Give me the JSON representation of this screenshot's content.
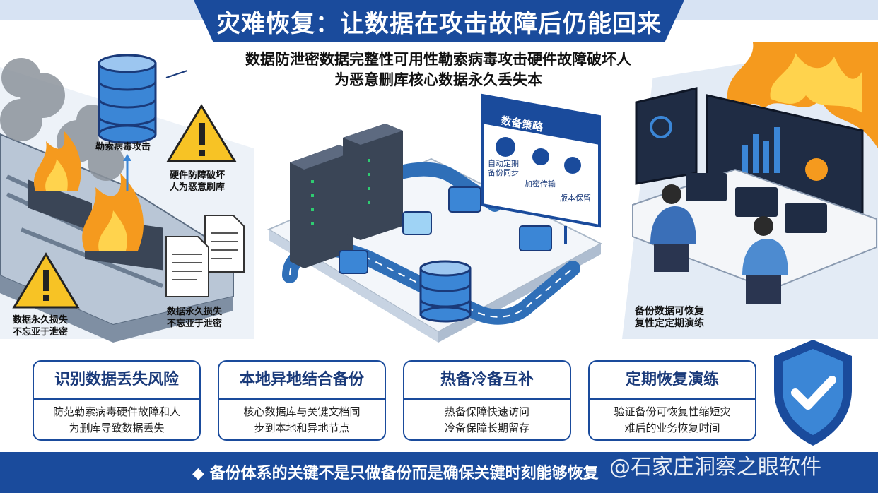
{
  "title": "灾难恢复：让数据在攻击故障后仍能回来",
  "subtitle_lines": [
    "数据防泄密数据完整性可用性勒索病毒攻击硬件故障破坏人",
    "为恶意删库核心数据永久丢失本"
  ],
  "left_scene": {
    "attack_label": "勒索病毒攻击",
    "warning_label_lines": [
      "硬件防障破坏",
      "人为恶意刷库"
    ],
    "bottom_left_lines": [
      "数据永久损失",
      "不忘亚于泄密"
    ],
    "doc_label_lines": [
      "数据永久损失",
      "不忘亚于泄密"
    ]
  },
  "center_scene": {
    "board_title": "数备策略",
    "board_items": [
      "自动定期备份同步",
      "加密传输",
      "版本保留"
    ]
  },
  "right_scene": {
    "label_lines": [
      "备份数据可恢复",
      "复性定定期演练"
    ]
  },
  "cards": [
    {
      "title": "识别数据丢失风险",
      "body_lines": [
        "防范勒索病毒硬件故障和人",
        "为删库导致数据丢失"
      ]
    },
    {
      "title": "本地异地结合备份",
      "body_lines": [
        "核心数据库与关键文档同",
        "步到本地和异地节点"
      ]
    },
    {
      "title": "热备冷备互补",
      "body_lines": [
        "热备保障快速访问",
        "冷备保障长期留存"
      ]
    },
    {
      "title": "定期恢复演练",
      "body_lines": [
        "验证备份可恢复性缩短灾",
        "难后的业务恢复时间"
      ]
    }
  ],
  "footer": {
    "bullet": "◆",
    "text": "备份体系的关键不是只做备份而是确保关键时刻能够恢复"
  },
  "watermark": "@石家庄洞察之眼软件",
  "colors": {
    "brand_blue": "#1a4b9c",
    "light_blue": "#3b86d6",
    "fire": "#f59a1e",
    "warning": "#f7c325"
  },
  "icons": [
    "database-icon",
    "warning-icon",
    "fire-icon",
    "document-icon",
    "server-icon",
    "shield-check-icon"
  ]
}
